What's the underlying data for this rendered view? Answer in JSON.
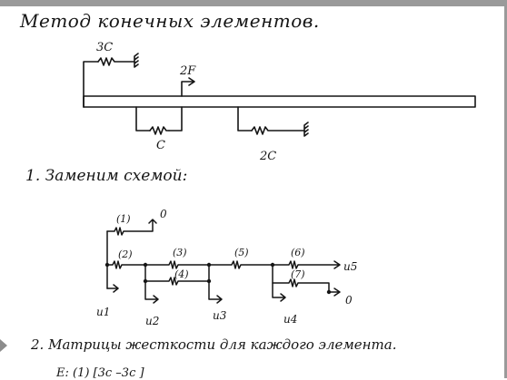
{
  "page": {
    "title": "Метод конечных элементов.",
    "step1": "1. Заменим схемой:",
    "step2": "2. Матрицы жесткости для каждого элемента.",
    "step2_fragment": "Е: (1)    [3c   –3c ]"
  },
  "diagram1": {
    "spring_top": "3C",
    "force": "2F",
    "spring_mid": "C",
    "spring_right": "2C"
  },
  "diagram2": {
    "elements": [
      "(1)",
      "(2)",
      "(3)",
      "(4)",
      "(5)",
      "(6)",
      "(7)"
    ],
    "zero_top": "0",
    "zero_right": "0",
    "disp": [
      "u1",
      "u2",
      "u3",
      "u4",
      "u5"
    ]
  },
  "colors": {
    "ink": "#151515",
    "frame": "#9a9a9a",
    "nav": "#8c8c8c"
  }
}
